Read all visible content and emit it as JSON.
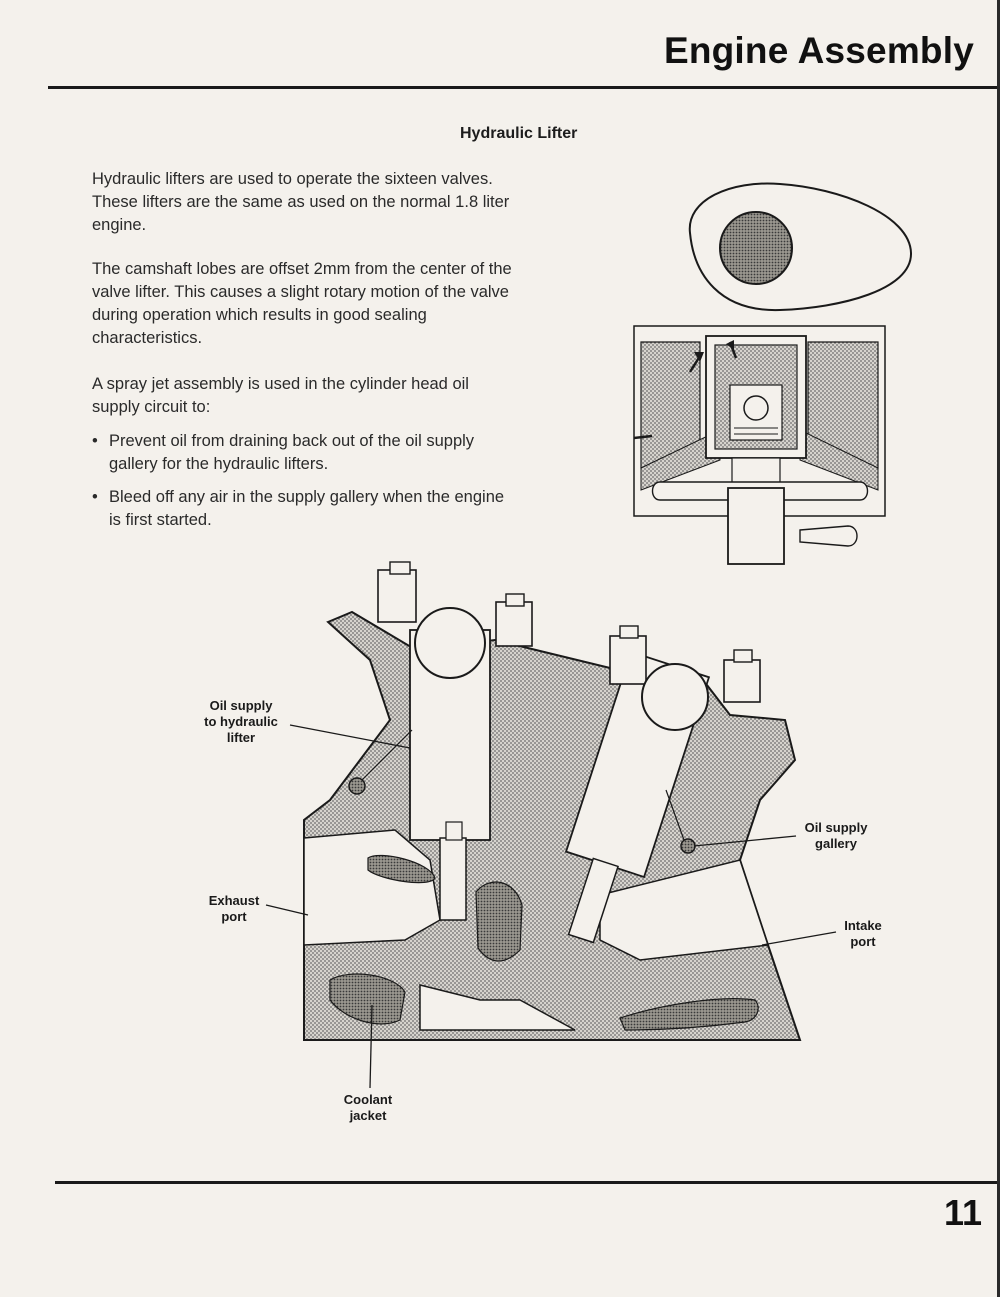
{
  "header": {
    "title": "Engine Assembly"
  },
  "section": {
    "title": "Hydraulic Lifter"
  },
  "body": {
    "p1": "Hydraulic lifters are used to operate the sixteen valves. These lifters are the same as used on the normal 1.8 liter engine.",
    "p2": "The camshaft lobes are offset 2mm from the center of the valve lifter. This causes a slight rotary motion of the valve during operation which results in good sealing characteristics.",
    "p3": "A spray jet assembly is used in the cylinder head oil supply circuit to:",
    "bullets": [
      "Prevent oil from draining back out of the oil supply gallery for the hydraulic lifters.",
      "Bleed off any air in the supply gallery when the engine is first started."
    ],
    "bullet_symbol": "•"
  },
  "figure": {
    "labels": {
      "oil_supply_lifter": [
        "Oil supply",
        "to hydraulic",
        "lifter"
      ],
      "exhaust_port": [
        "Exhaust",
        "port"
      ],
      "coolant_jacket": [
        "Coolant",
        "jacket"
      ],
      "oil_supply_gallery": [
        "Oil supply",
        "gallery"
      ],
      "intake_port": [
        "Intake",
        "port"
      ]
    }
  },
  "footer": {
    "page_number": "11"
  }
}
